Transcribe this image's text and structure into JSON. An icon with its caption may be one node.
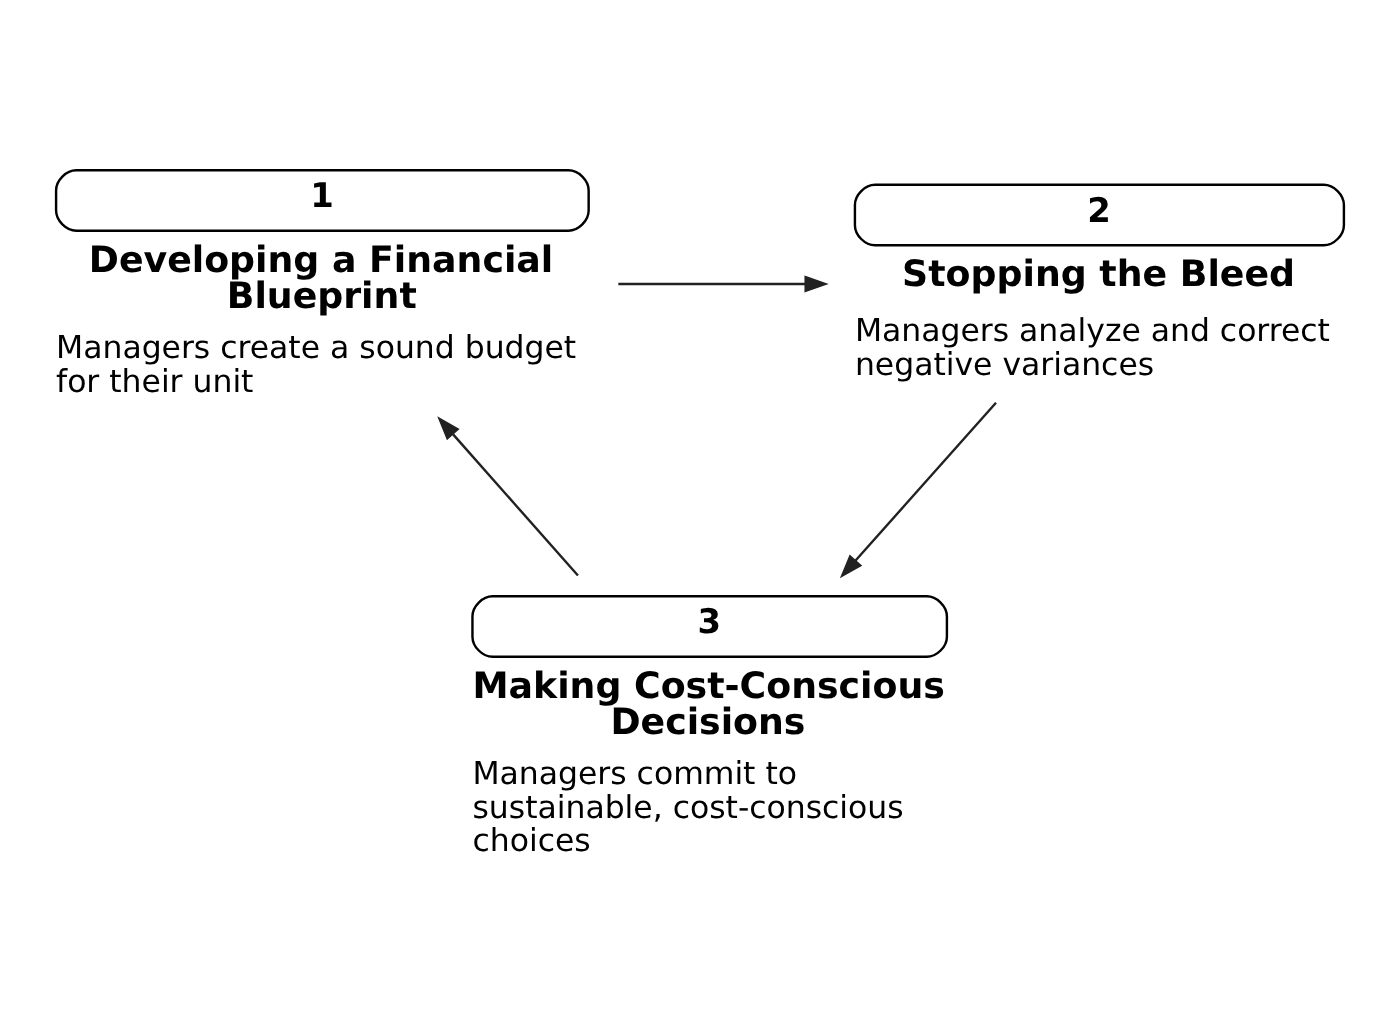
{
  "diagram": {
    "nodes": [
      {
        "text": [
          "1",
          "Developing a Financial Blueprint",
          "Managers create a sound budget for their unit"
        ]
      },
      {
        "text": [
          "2",
          "Stopping the Bleed",
          "Managers analyze and correct negative variances"
        ]
      },
      {
        "text": [
          "3",
          "Making Cost-Conscious Decisions",
          "Managers commit to sustainable, cost-conscious choices"
        ]
      }
    ],
    "edges": [
      {
        "from": 0,
        "to": 1,
        "arrow": "to"
      },
      {
        "from": 1,
        "to": 2,
        "arrow": "to"
      },
      {
        "from": 2,
        "to": 0,
        "arrow": "to"
      }
    ]
  }
}
